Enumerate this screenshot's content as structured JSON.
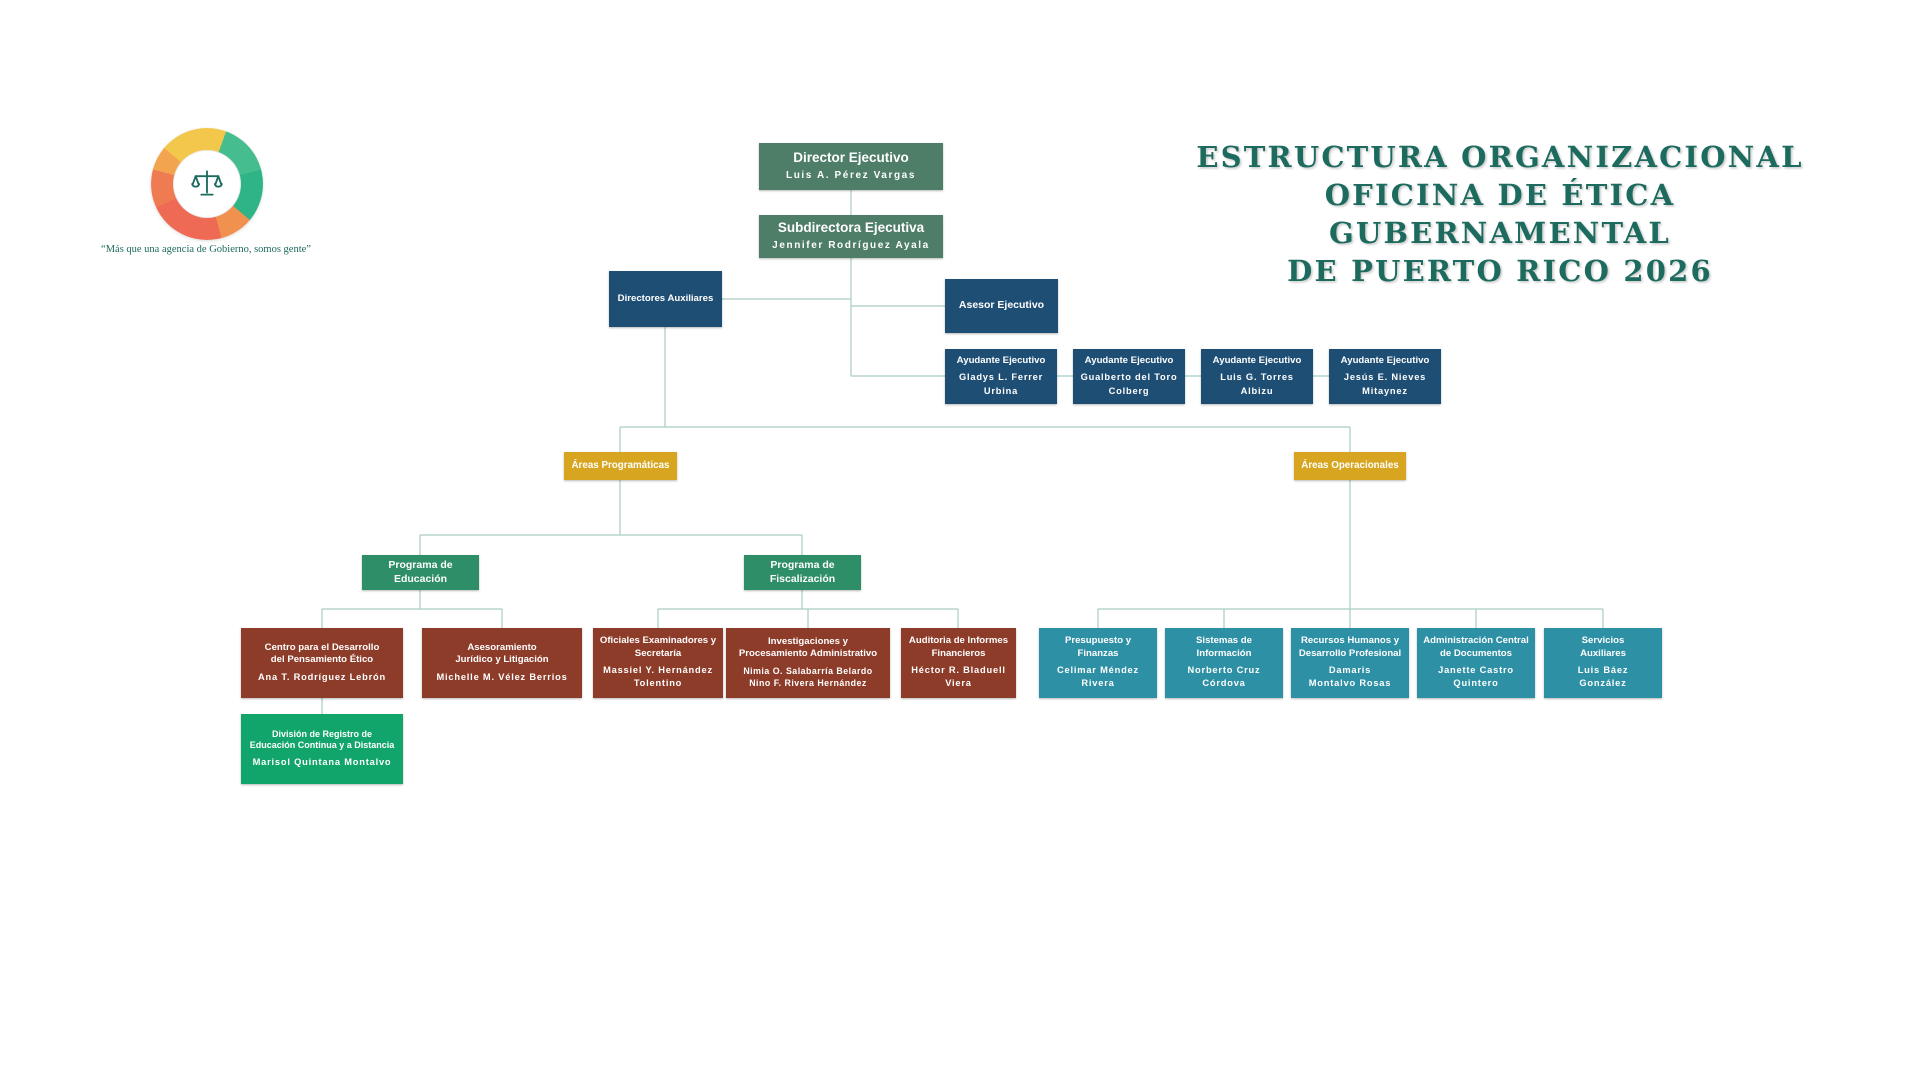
{
  "header": {
    "title_line1": "ESTRUCTURA ORGANIZACIONAL",
    "title_line2": "OFICINA DE ÉTICA GUBERNAMENTAL",
    "title_line3": "DE PUERTO RICO 2026",
    "tagline": "“Más que una agencia de Gobierno, somos gente”"
  },
  "colors": {
    "executive_green": "#4e7d68",
    "navy_blue": "#1f4e74",
    "gold": "#d7a51f",
    "program_green": "#2e8e67",
    "division_green": "#12a56b",
    "brick_red": "#8e3c2a",
    "teal": "#2e90a5",
    "connector": "#a7ccc3",
    "title_text": "#1d6a5e"
  },
  "nodes": {
    "director": {
      "title": "Director Ejecutivo",
      "name": "Luis A. Pérez Vargas"
    },
    "subdirectora": {
      "title": "Subdirectora Ejecutiva",
      "name": "Jennifer Rodríguez Ayala"
    },
    "directores_auxiliares": {
      "title": "Directores Auxiliares"
    },
    "asesor": {
      "title": "Asesor Ejecutivo"
    },
    "ayudante_1": {
      "title": "Ayudante Ejecutivo",
      "name": "Gladys L. Ferrer Urbina"
    },
    "ayudante_2": {
      "title": "Ayudante Ejecutivo",
      "name": "Gualberto del Toro Colberg"
    },
    "ayudante_3": {
      "title": "Ayudante Ejecutivo",
      "name": "Luis G. Torres Albizu"
    },
    "ayudante_4": {
      "title": "Ayudante Ejecutivo",
      "name": "Jesús E. Nieves Mitaynez"
    },
    "areas_programaticas": {
      "title": "Áreas Programáticas"
    },
    "areas_operacionales": {
      "title": "Áreas Operacionales"
    },
    "programa_educacion": {
      "title": "Programa de\nEducación"
    },
    "programa_fiscalizacion": {
      "title": "Programa de\nFiscalización"
    },
    "centro_pensamiento": {
      "title": "Centro para el Desarrollo\ndel Pensamiento Ético",
      "name": "Ana T. Rodríguez Lebrón"
    },
    "asesoramiento_juridico": {
      "title": "Asesoramiento\nJurídico y Litigación",
      "name": "Michelle M. Vélez Berrios"
    },
    "oficiales_examinadores": {
      "title": "Oficiales Examinadores y\nSecretaría",
      "name": "Massiel Y. Hernández Tolentino"
    },
    "investigaciones": {
      "title": "Investigaciones y\nProcesamiento Administrativo",
      "name": "Nimia O. Salabarría Belardo",
      "name2": "Nino F. Rivera Hernández"
    },
    "auditoria": {
      "title": "Auditoria de Informes\nFinancieros",
      "name": "Héctor R. Bladuell Viera"
    },
    "division_registro": {
      "title": "División de Registro de\nEducación Continua y a Distancia",
      "name": "Marisol Quintana Montalvo"
    },
    "presupuesto": {
      "title": "Presupuesto y\nFinanzas",
      "name": "Celimar Méndez Rivera"
    },
    "sistemas": {
      "title": "Sistemas de\nInformación",
      "name": "Norberto Cruz Córdova"
    },
    "recursos_humanos": {
      "title": "Recursos Humanos y\nDesarrollo Profesional",
      "name": "Damaris\nMontalvo Rosas"
    },
    "administracion_documentos": {
      "title": "Administración Central\nde Documentos",
      "name": "Janette Castro Quintero"
    },
    "servicios_auxiliares": {
      "title": "Servicios\nAuxiliares",
      "name": "Luis Báez\nGonzález"
    }
  }
}
